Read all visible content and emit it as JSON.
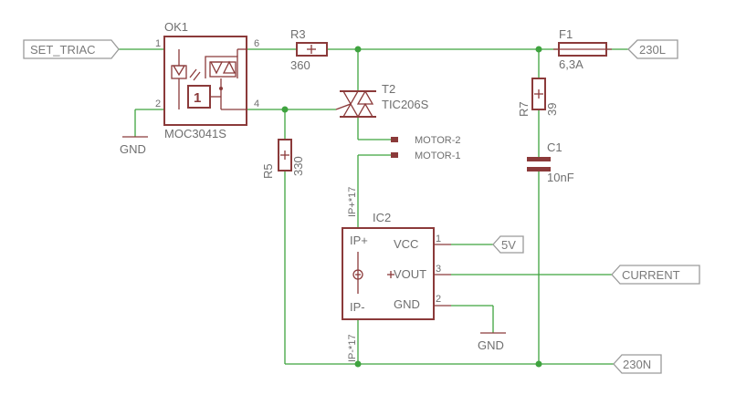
{
  "ports": {
    "set_triac": "SET_TRIAC",
    "l230": "230L",
    "v5": "5V",
    "current": "CURRENT",
    "n230": "230N"
  },
  "gnd": {
    "label": "GND"
  },
  "ok1": {
    "name": "OK1",
    "value": "MOC3041S",
    "pins": [
      "1",
      "2",
      "6",
      "4"
    ],
    "zc_symbol": "1"
  },
  "r3": {
    "name": "R3",
    "value": "360"
  },
  "f1": {
    "name": "F1",
    "value": "6,3A"
  },
  "r7": {
    "name": "R7",
    "value": "39"
  },
  "c1": {
    "name": "C1",
    "value": "10nF"
  },
  "t2": {
    "name": "T2",
    "value": "TIC206S"
  },
  "r5": {
    "name": "R5",
    "value": "330"
  },
  "motor": {
    "m2": "MOTOR-2",
    "m1": "MOTOR-1"
  },
  "ic2": {
    "name": "IC2",
    "ip_plus": "IP+",
    "ip_minus": "IP-",
    "vcc": "VCC",
    "vout": "VOUT",
    "gnd": "GND",
    "pins": [
      "1",
      "3",
      "2"
    ],
    "ip_plus_net": "IP+*17",
    "ip_minus_net": "IP-*17"
  }
}
